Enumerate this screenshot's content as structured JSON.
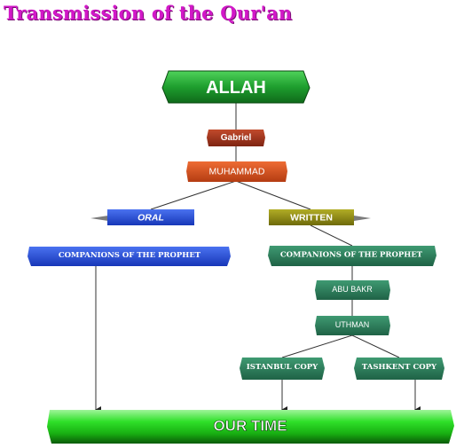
{
  "title": "Transmission of the Qur'an",
  "nodes": {
    "allah": "ALLAH",
    "gabriel": "Gabriel",
    "muhammad": "MUHAMMAD",
    "oral": "ORAL",
    "written": "WRITTEN",
    "companions_oral": "COMPANIONS OF THE PROPHET",
    "companions_written": "COMPANIONS OF THE PROPHET",
    "abu_bakr": "ABU BAKR",
    "uthman": "UTHMAN",
    "istanbul": "ISTANBUL COPY",
    "tashkent": "TASHKENT COPY",
    "our_time": "OUR TIME"
  },
  "colors": {
    "title": "#d218c8",
    "allah": "#1e9e2e",
    "gabriel": "#a2331c",
    "muhammad": "#d2501c",
    "oral": "#1f48d6",
    "written": "#8e8a12",
    "companions_oral": "#2548d8",
    "green_node": "#2c7d59",
    "our_time": "#22d21c"
  }
}
